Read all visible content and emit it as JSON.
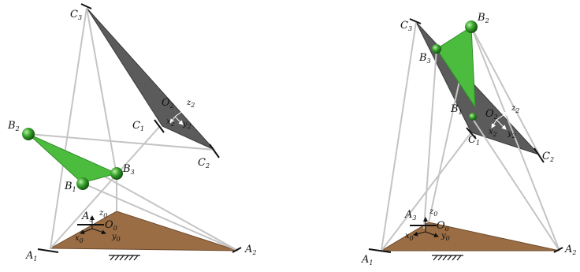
{
  "colors": {
    "base": "#9a6d45",
    "platform": "#5b5b5b",
    "triangle": "#4cbc3f",
    "link": "#c7c7c7",
    "sphere": "#2f8f27"
  },
  "left": {
    "labels": {
      "A1": {
        "main": "A",
        "sub": "1"
      },
      "A2": {
        "main": "A",
        "sub": "2"
      },
      "A3": {
        "main": "A",
        "sub": "3"
      },
      "B1": {
        "main": "B",
        "sub": "1"
      },
      "B2": {
        "main": "B",
        "sub": "2"
      },
      "B3": {
        "main": "B",
        "sub": "3"
      },
      "C1": {
        "main": "C",
        "sub": "1"
      },
      "C2": {
        "main": "C",
        "sub": "2"
      },
      "C3": {
        "main": "C",
        "sub": "3"
      },
      "O0": {
        "main": "O",
        "sub": "0"
      },
      "z0": {
        "main": "z",
        "sub": "0"
      },
      "x0": {
        "main": "x",
        "sub": "0"
      },
      "y0": {
        "main": "y",
        "sub": "0"
      },
      "O2": {
        "main": "O",
        "sub": "2"
      },
      "z2": {
        "main": "z",
        "sub": "2"
      },
      "x2": {
        "main": "x",
        "sub": "2"
      },
      "y2": {
        "main": "y",
        "sub": "2"
      }
    }
  },
  "right": {
    "labels": {
      "A1": {
        "main": "A",
        "sub": "1"
      },
      "A2": {
        "main": "A",
        "sub": "2"
      },
      "A3": {
        "main": "A",
        "sub": "3"
      },
      "B1": {
        "main": "B",
        "sub": "1"
      },
      "B2": {
        "main": "B",
        "sub": "2"
      },
      "B3": {
        "main": "B",
        "sub": "3"
      },
      "C1": {
        "main": "C",
        "sub": "1"
      },
      "C2": {
        "main": "C",
        "sub": "2"
      },
      "C3": {
        "main": "C",
        "sub": "3"
      },
      "O0": {
        "main": "O",
        "sub": "0"
      },
      "z0": {
        "main": "z",
        "sub": "0"
      },
      "x0": {
        "main": "x",
        "sub": "0"
      },
      "y0": {
        "main": "y",
        "sub": "0"
      },
      "O2": {
        "main": "O",
        "sub": "2"
      },
      "z2": {
        "main": "z",
        "sub": "2"
      },
      "x2": {
        "main": "x",
        "sub": "2"
      },
      "y2": {
        "main": "y",
        "sub": "2"
      }
    }
  }
}
